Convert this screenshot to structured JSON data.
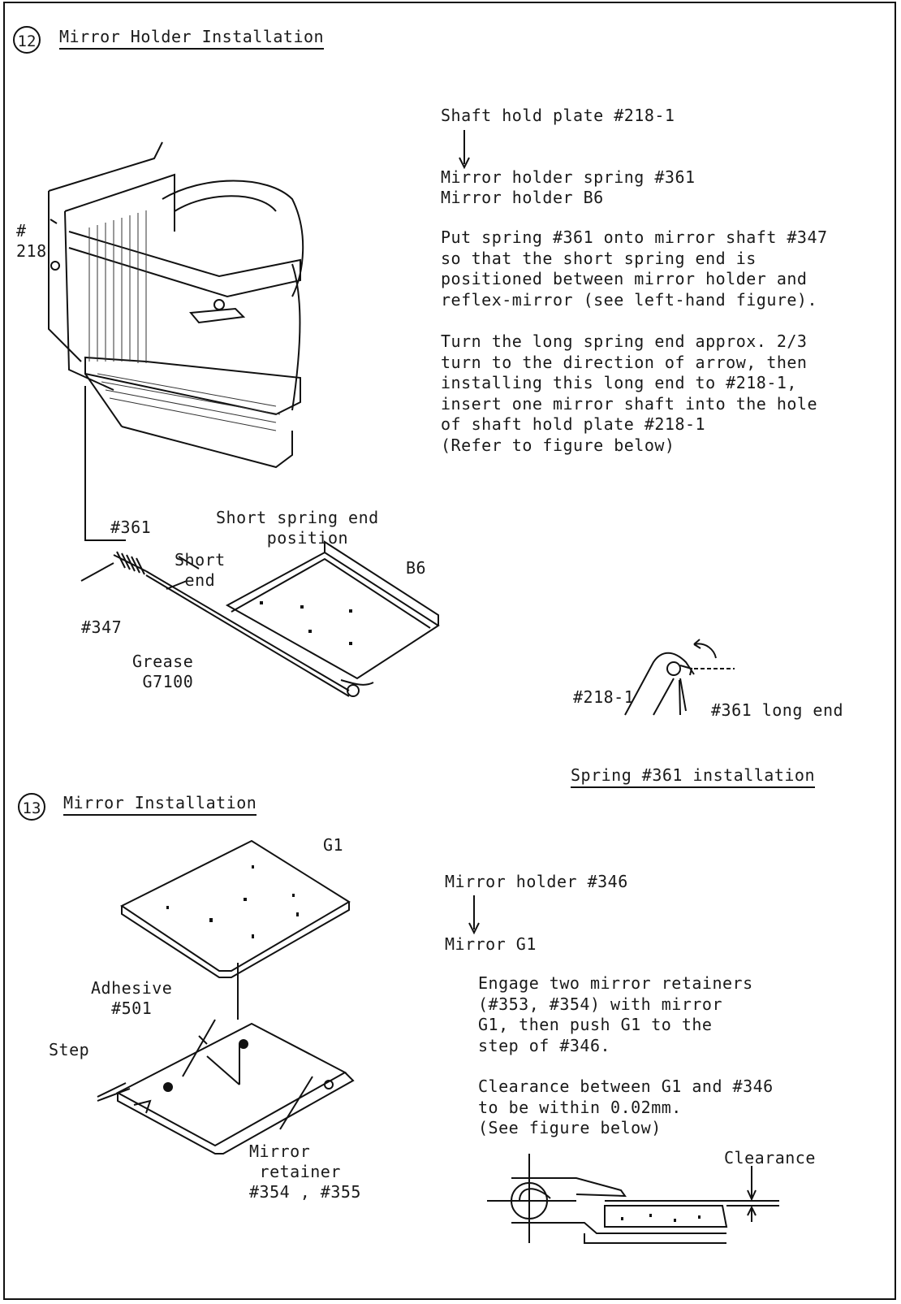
{
  "section12": {
    "number": "12",
    "title": "Mirror Holder Installation",
    "flow_top": "Shaft hold plate #218-1",
    "flow_line1": "Mirror holder spring #361",
    "flow_line2": "Mirror holder B6",
    "para1": "Put spring #361 onto mirror shaft #347\nso that the short spring end is\npositioned between mirror holder and\nreflex-mirror (see left-hand figure).",
    "para2": "Turn the long spring end approx. 2/3\nturn to the direction of arrow, then\ninstalling this long end to #218-1,\ninsert one mirror shaft into the hole\nof shaft hold plate #218-1\n(Refer to figure below)",
    "labels": {
      "hash_top": "#",
      "n218": "218",
      "n361": "#361",
      "short_spring": "Short spring end\n     position",
      "short_end": "Short\n end",
      "b6": "B6",
      "n347": "#347",
      "grease": "Grease\n G7100",
      "n218_1": "#218-1",
      "long_end": "#361 long end"
    },
    "spring_caption": "Spring #361 installation"
  },
  "section13": {
    "number": "13",
    "title": "Mirror Installation",
    "flow_top": "Mirror holder #346",
    "flow_bottom": "Mirror G1",
    "para1": "Engage two mirror retainers\n(#353, #354) with mirror\nG1, then push G1 to the\nstep of #346.",
    "para2": "Clearance between G1 and #346\nto be within 0.02mm.\n(See figure below)",
    "labels": {
      "g1": "G1",
      "adhesive": "Adhesive\n  #501",
      "step": "Step",
      "retainer": "Mirror\n retainer\n#354 , #355",
      "clearance": "Clearance"
    }
  }
}
